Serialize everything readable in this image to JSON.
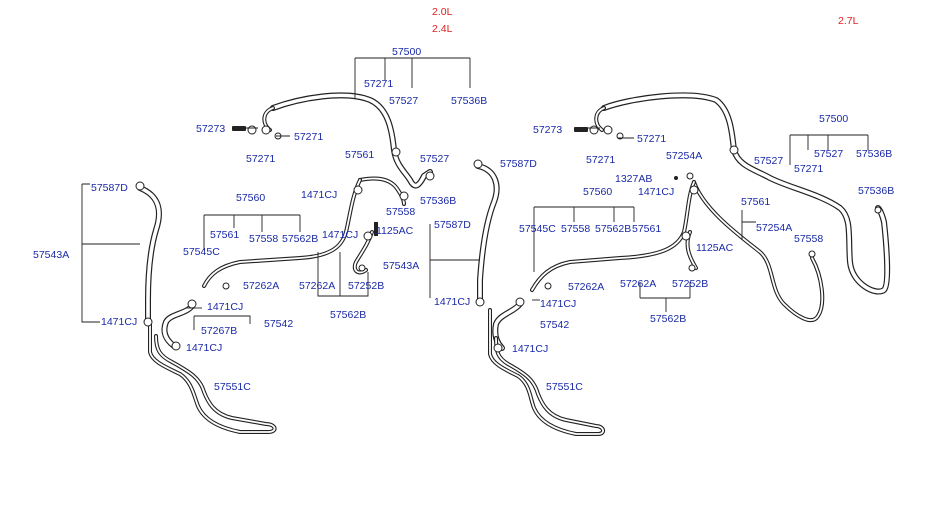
{
  "headers": {
    "left_a": "2.0L",
    "left_b": "2.4L",
    "right": "2.7L"
  },
  "colors": {
    "label": "#1a2aa8",
    "header": "#e02020",
    "line": "#222222"
  },
  "labels": {
    "l_57500": "57500",
    "l_57271_a": "57271",
    "l_57527_a": "57527",
    "l_57536B_a": "57536B",
    "l_57273": "57273",
    "l_57271_b": "57271",
    "l_57271_c": "57271",
    "l_57561_a": "57561",
    "l_57527_b": "57527",
    "l_1471CJ_a": "1471CJ",
    "l_57587D_a": "57587D",
    "l_57558_a": "57558",
    "l_57536B_b": "57536B",
    "l_57560": "57560",
    "l_57561_b": "57561",
    "l_57558_b": "57558",
    "l_57562B_a": "57562B",
    "l_1471CJ_b": "1471CJ",
    "l_1125AC_a": "1125AC",
    "l_57545C_a": "57545C",
    "l_57543A_a": "57543A",
    "l_57543A_b": "57543A",
    "l_57262A_a": "57262A",
    "l_57262A_b": "57262A",
    "l_57252B_a": "57252B",
    "l_57562B_b": "57562B",
    "l_1471CJ_c": "1471CJ",
    "l_1471CJ_d": "1471CJ",
    "l_57267B": "57267B",
    "l_57542_a": "57542",
    "l_1471CJ_e": "1471CJ",
    "l_57551C_a": "57551C",
    "l_57587D_b": "57587D",
    "l_57587D_c": "57587D",
    "l_1471CJ_f": "1471CJ",
    "r_57273": "57273",
    "r_57271_a": "57271",
    "r_57271_b": "57271",
    "r_57254A_a": "57254A",
    "r_57527_a": "57527",
    "r_57500": "57500",
    "r_57527_b": "57527",
    "r_57536B_a": "57536B",
    "r_57271_c": "57271",
    "r_57536B_b": "57536B",
    "r_1327AB": "1327AB",
    "r_1471CJ_a": "1471CJ",
    "r_57560": "57560",
    "r_57561_a": "57561",
    "r_57254A_b": "57254A",
    "r_57545C": "57545C",
    "r_57558_a": "57558",
    "r_57562B_a": "57562B",
    "r_57561_b": "57561",
    "r_57558_b": "57558",
    "r_1125AC": "1125AC",
    "r_57262A_a": "57262A",
    "r_57262A_b": "57262A",
    "r_57252B": "57252B",
    "r_57562B_b": "57562B",
    "r_1471CJ_b": "1471CJ",
    "r_57542": "57542",
    "r_1471CJ_c": "1471CJ",
    "r_57551C": "57551C"
  }
}
